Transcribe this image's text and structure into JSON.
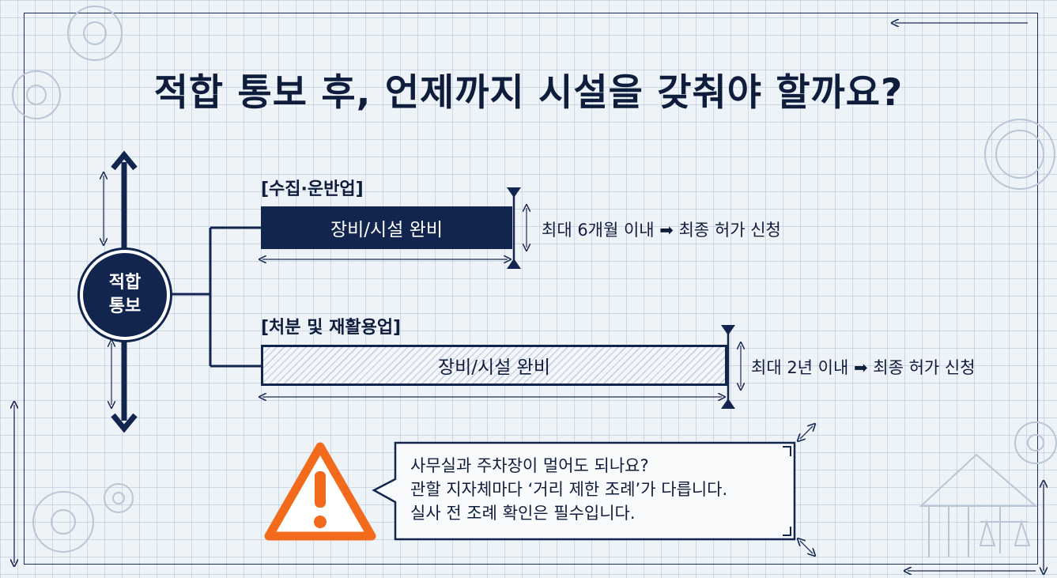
{
  "title": "적합 통보 후, 언제까지 시설을 갖춰야 할까요?",
  "origin": {
    "line1": "적합",
    "line2": "통보"
  },
  "branches": [
    {
      "category": "[수집·운반업]",
      "bar_label": "장비/시설 완비",
      "note": "최대 6개월 이내 ➡ 최종 허가 신청"
    },
    {
      "category": "[처분 및 재활용업]",
      "bar_label": "장비/시설 완비",
      "note": "최대 2년 이내 ➡ 최종 허가 신청"
    }
  ],
  "warning": {
    "icon": "warning-triangle-icon",
    "lines": [
      "사무실과 주차장이 멀어도 되나요?",
      "관할 지자체마다 ‘거리 제한 조례’가 다릅니다.",
      "실사 전 조례 확인은 필수입니다."
    ]
  },
  "colors": {
    "navy": "#12254f",
    "warning": "#f26a1b",
    "background": "#eef3f8"
  }
}
